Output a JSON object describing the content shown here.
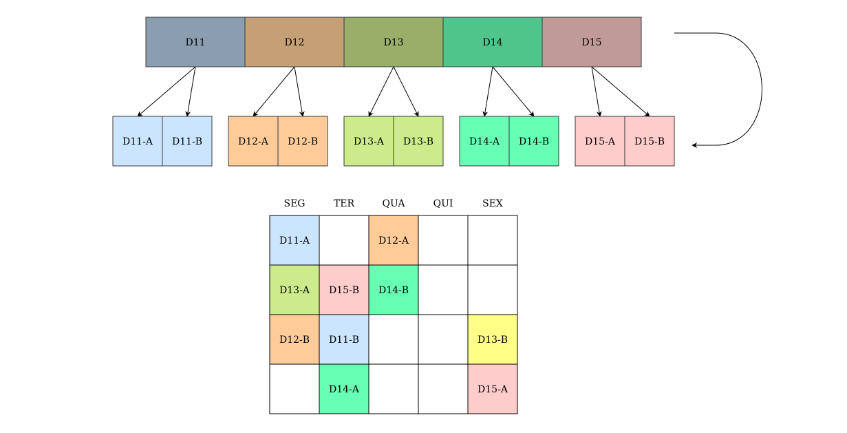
{
  "parents": [
    {
      "id": "D11",
      "label": "D11",
      "color": "#8b9eb0"
    },
    {
      "id": "D12",
      "label": "D12",
      "color": "#c59f76"
    },
    {
      "id": "D13",
      "label": "D13",
      "color": "#98ae69"
    },
    {
      "id": "D14",
      "label": "D14",
      "color": "#4fc58c"
    },
    {
      "id": "D15",
      "label": "D15",
      "color": "#bf9a99"
    }
  ],
  "children": [
    {
      "parent": "D11",
      "labels": [
        "D11-A",
        "D11-B"
      ],
      "color": "#cce5ff"
    },
    {
      "parent": "D12",
      "labels": [
        "D12-A",
        "D12-B"
      ],
      "color": "#ffcc99"
    },
    {
      "parent": "D13",
      "labels": [
        "D13-A",
        "D13-B"
      ],
      "color": "#cdeb8b"
    },
    {
      "parent": "D14",
      "labels": [
        "D14-A",
        "D14-B"
      ],
      "color": "#66ffb3"
    },
    {
      "parent": "D15",
      "labels": [
        "D15-A",
        "D15-B"
      ],
      "color": "#ffcccc"
    }
  ],
  "schedule": {
    "days": [
      "SEG",
      "TER",
      "QUA",
      "QUI",
      "SEX"
    ],
    "rows": [
      [
        {
          "text": "D11-A",
          "color": "#cce5ff"
        },
        {
          "text": "",
          "color": "#ffffff"
        },
        {
          "text": "D12-A",
          "color": "#ffcc99"
        },
        {
          "text": "",
          "color": "#ffffff"
        },
        {
          "text": "",
          "color": "#ffffff"
        }
      ],
      [
        {
          "text": "D13-A",
          "color": "#cdeb8b"
        },
        {
          "text": "D15-B",
          "color": "#ffcccc"
        },
        {
          "text": "D14-B",
          "color": "#66ffb3"
        },
        {
          "text": "",
          "color": "#ffffff"
        },
        {
          "text": "",
          "color": "#ffffff"
        }
      ],
      [
        {
          "text": "D12-B",
          "color": "#ffcc99"
        },
        {
          "text": "D11-B",
          "color": "#cce5ff"
        },
        {
          "text": "",
          "color": "#ffffff"
        },
        {
          "text": "",
          "color": "#ffffff"
        },
        {
          "text": "D13-B",
          "color": "#ffff88"
        }
      ],
      [
        {
          "text": "",
          "color": "#ffffff"
        },
        {
          "text": "D14-A",
          "color": "#66ffb3"
        },
        {
          "text": "",
          "color": "#ffffff"
        },
        {
          "text": "",
          "color": "#ffffff"
        },
        {
          "text": "D15-A",
          "color": "#ffcccc"
        }
      ]
    ]
  }
}
